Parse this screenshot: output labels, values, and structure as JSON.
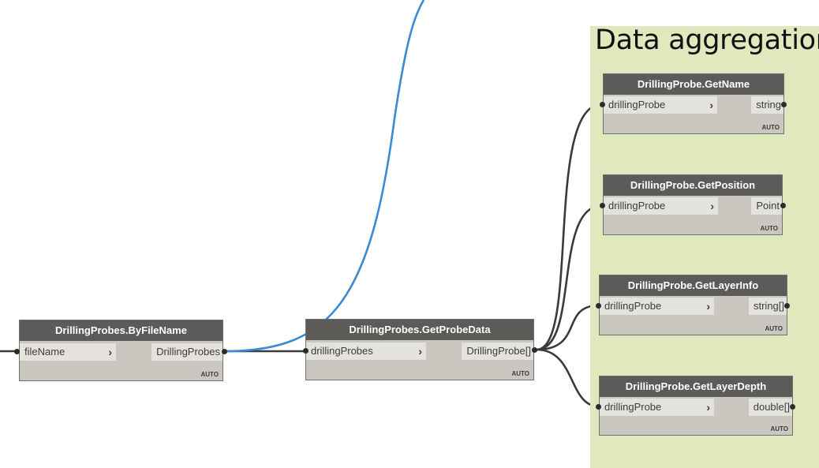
{
  "group": {
    "title": "Data aggregation"
  },
  "nodes": {
    "by_file_name": {
      "title": "DrillingProbes.ByFileName",
      "input": "fileName",
      "output": "DrillingProbes",
      "lacing": "AUTO"
    },
    "get_probe_data": {
      "title": "DrillingProbes.GetProbeData",
      "input": "drillingProbes",
      "output": "DrillingProbe[]",
      "lacing": "AUTO"
    },
    "get_name": {
      "title": "DrillingProbe.GetName",
      "input": "drillingProbe",
      "output": "string",
      "lacing": "AUTO"
    },
    "get_position": {
      "title": "DrillingProbe.GetPosition",
      "input": "drillingProbe",
      "output": "Point",
      "lacing": "AUTO"
    },
    "get_layer_info": {
      "title": "DrillingProbe.GetLayerInfo",
      "input": "drillingProbe",
      "output": "string[]",
      "lacing": "AUTO"
    },
    "get_layer_depth": {
      "title": "DrillingProbe.GetLayerDepth",
      "input": "drillingProbe",
      "output": "double[]",
      "lacing": "AUTO"
    }
  },
  "icons": {
    "port_arrow": "chevron-right-icon",
    "chevron": "›"
  },
  "colors": {
    "canvas": "#ffffff",
    "group_background": "#dfe9bd",
    "node_header": "#5d5b59",
    "node_body": "#cac6c0",
    "port_background": "#e4e2dd",
    "wire": "#3a3a3a",
    "selected_wire": "#3a8ad6"
  }
}
